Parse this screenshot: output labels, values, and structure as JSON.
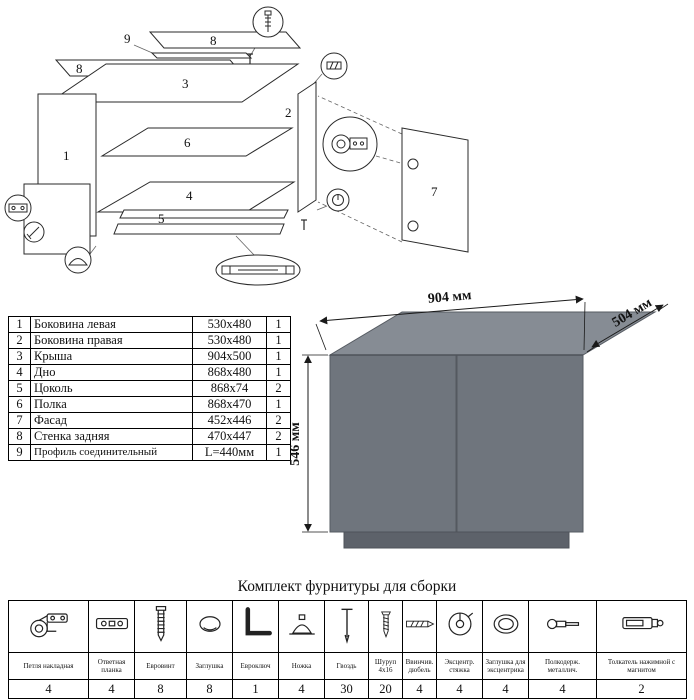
{
  "diagram": {
    "part_labels": [
      "1",
      "2",
      "3",
      "4",
      "5",
      "6",
      "7",
      "8",
      "9"
    ]
  },
  "cabinet": {
    "width_label": "904 мм",
    "depth_label": "504 мм",
    "height_label": "546 мм"
  },
  "parts_table": {
    "rows": [
      {
        "num": "1",
        "name": "Боковина левая",
        "size": "530x480",
        "qty": "1"
      },
      {
        "num": "2",
        "name": "Боковина правая",
        "size": "530x480",
        "qty": "1"
      },
      {
        "num": "3",
        "name": "Крыша",
        "size": "904x500",
        "qty": "1"
      },
      {
        "num": "4",
        "name": "Дно",
        "size": "868x480",
        "qty": "1"
      },
      {
        "num": "5",
        "name": "Цоколь",
        "size": "868x74",
        "qty": "2"
      },
      {
        "num": "6",
        "name": "Полка",
        "size": "868x470",
        "qty": "1"
      },
      {
        "num": "7",
        "name": "Фасад",
        "size": "452x446",
        "qty": "2"
      },
      {
        "num": "8",
        "name": "Стенка задняя",
        "size": "470x447",
        "qty": "2"
      },
      {
        "num": "9",
        "name": "Профиль соединительный",
        "size": "L=440мм",
        "qty": "1"
      }
    ]
  },
  "hardware": {
    "title": "Комплект фурнитуры для сборки",
    "items": [
      {
        "name": "Петля накладная",
        "qty": "4"
      },
      {
        "name": "Ответная планка",
        "qty": "4"
      },
      {
        "name": "Евровинт",
        "qty": "8"
      },
      {
        "name": "Заглушка",
        "qty": "8"
      },
      {
        "name": "Евроключ",
        "qty": "1"
      },
      {
        "name": "Ножка",
        "qty": "4"
      },
      {
        "name": "Гвоздь",
        "qty": "30"
      },
      {
        "name": "Шуруп 4x16",
        "qty": "20"
      },
      {
        "name": "Ввинчив. дюбель",
        "qty": "4"
      },
      {
        "name": "Эксцентр. стяжка",
        "qty": "4"
      },
      {
        "name": "Заглушка для эксцентрика",
        "qty": "4"
      },
      {
        "name": "Полкодерж. металлич.",
        "qty": "4"
      },
      {
        "name": "Толкатель нажимной с магнитом",
        "qty": "2"
      }
    ]
  }
}
